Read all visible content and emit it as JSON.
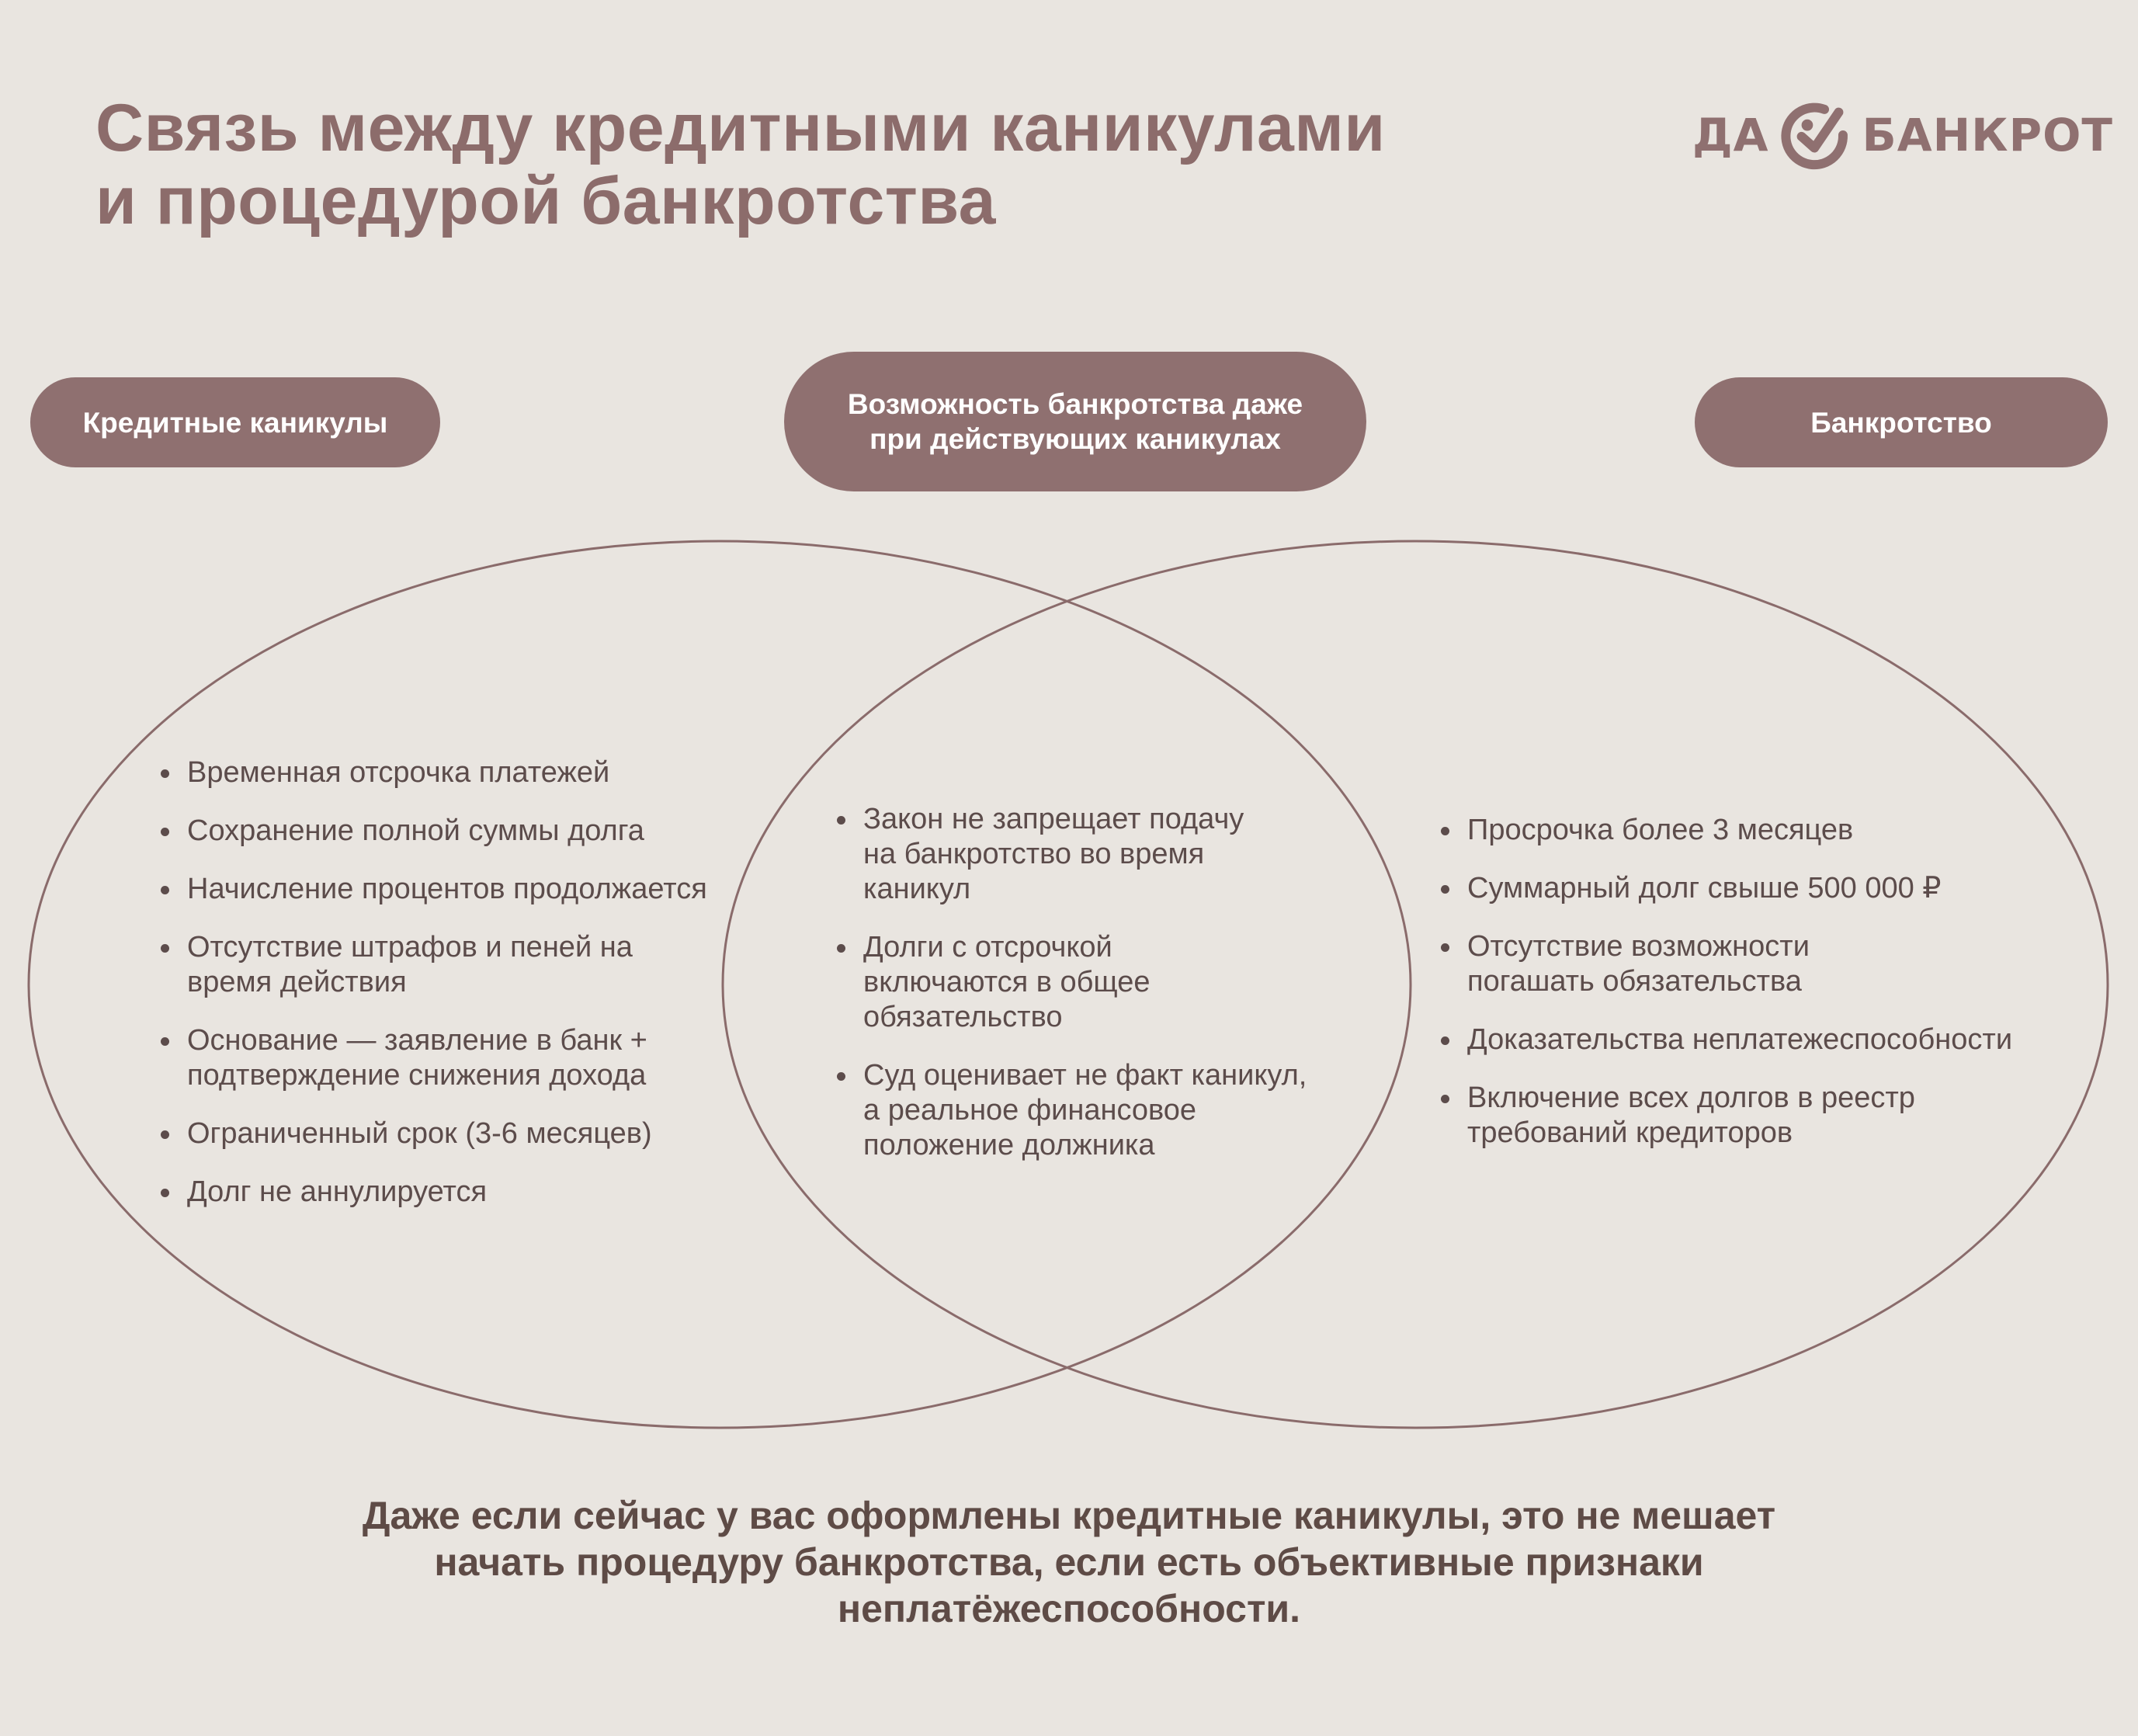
{
  "header": {
    "title_line1": "Связь между кредитными каникулами",
    "title_line2": "и процедурой банкротства",
    "logo": {
      "word1": "ДА",
      "word2": "БАНКРОТ",
      "icon": "check-circle-icon"
    }
  },
  "colors": {
    "background": "#e9e5e0",
    "accent": "#8f7070",
    "text": "#5c4c4b"
  },
  "sections": {
    "left": {
      "label": "Кредитные каникулы",
      "items": [
        "Временная отсрочка платежей",
        "Сохранение полной суммы долга",
        "Начисление процентов продолжается",
        "Отсутствие штрафов и пеней на время действия",
        "Основание — заявление в банк + подтверждение снижения дохода",
        "Ограниченный срок (3-6 месяцев)",
        "Долг не аннулируется"
      ]
    },
    "center": {
      "label": "Возможность банкротства даже при действующих каникулах",
      "items": [
        "Закон не запрещает подачу на банкротство во время каникул",
        "Долги с отсрочкой включаются в общее обязательство",
        "Суд оценивает не факт каникул, а реальное финансовое положение должника"
      ]
    },
    "right": {
      "label": "Банкротство",
      "items": [
        "Просрочка более 3 месяцев",
        "Суммарный долг свыше 500 000 ₽",
        "Отсутствие возможности погашать обязательства",
        "Доказательства неплатежеспособности",
        "Включение всех долгов в реестр требований кредиторов"
      ]
    }
  },
  "footer": {
    "text": "Даже если сейчас у вас оформлены кредитные каникулы, это не мешает начать процедуру банкротства, если есть объективные признаки неплатёжеспособности."
  }
}
